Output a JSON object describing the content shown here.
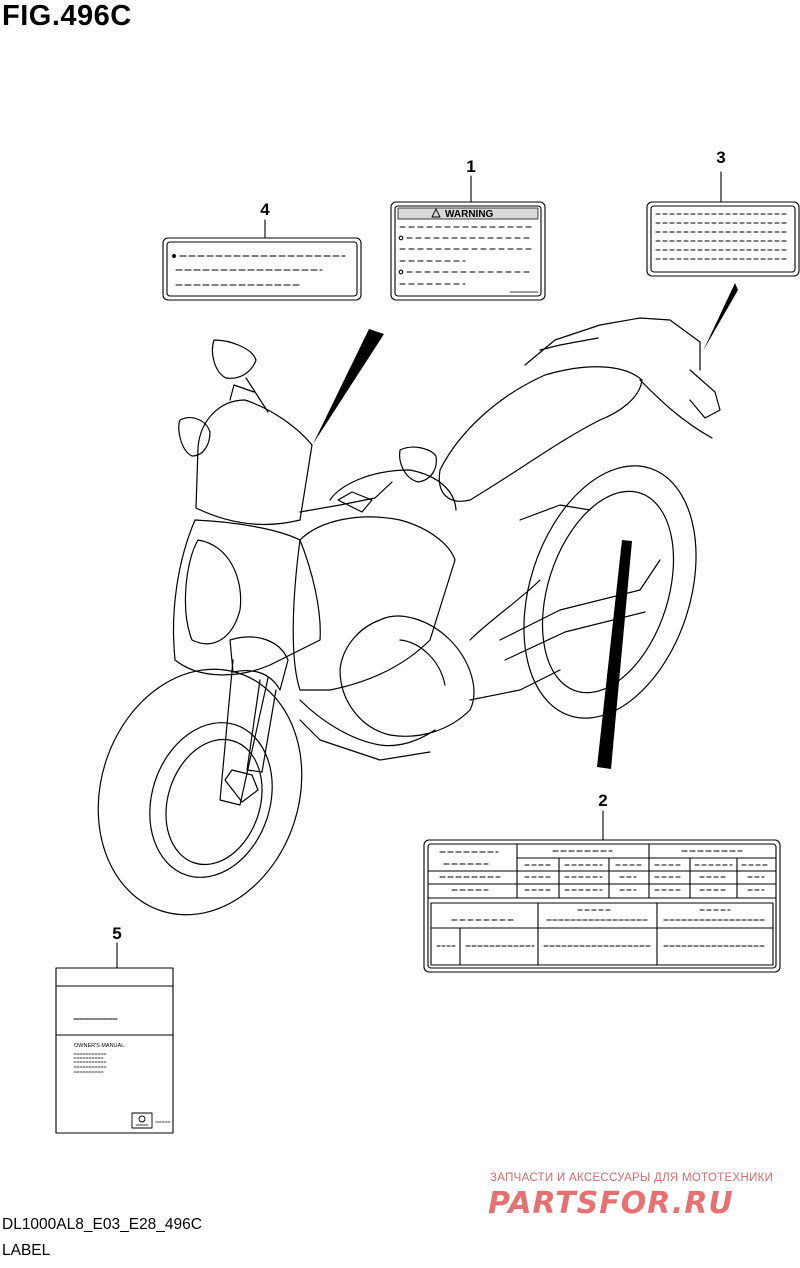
{
  "figure": {
    "title": "FIG.496C",
    "model_code": "DL1000AL8_E03_E28_496C",
    "section_label": "LABEL"
  },
  "callouts": [
    "1",
    "2",
    "3",
    "4",
    "5"
  ],
  "labels": {
    "warning_label": {
      "header": "WARNING"
    },
    "owners_manual": {
      "text": "OWNER'S MANUAL"
    }
  },
  "watermark": {
    "text": "ЗАПЧАСТИ И АКСЕССУАРЫ ДЛЯ МОТОТЕХНИКИ",
    "logo": "PARTSFOR.RU"
  }
}
